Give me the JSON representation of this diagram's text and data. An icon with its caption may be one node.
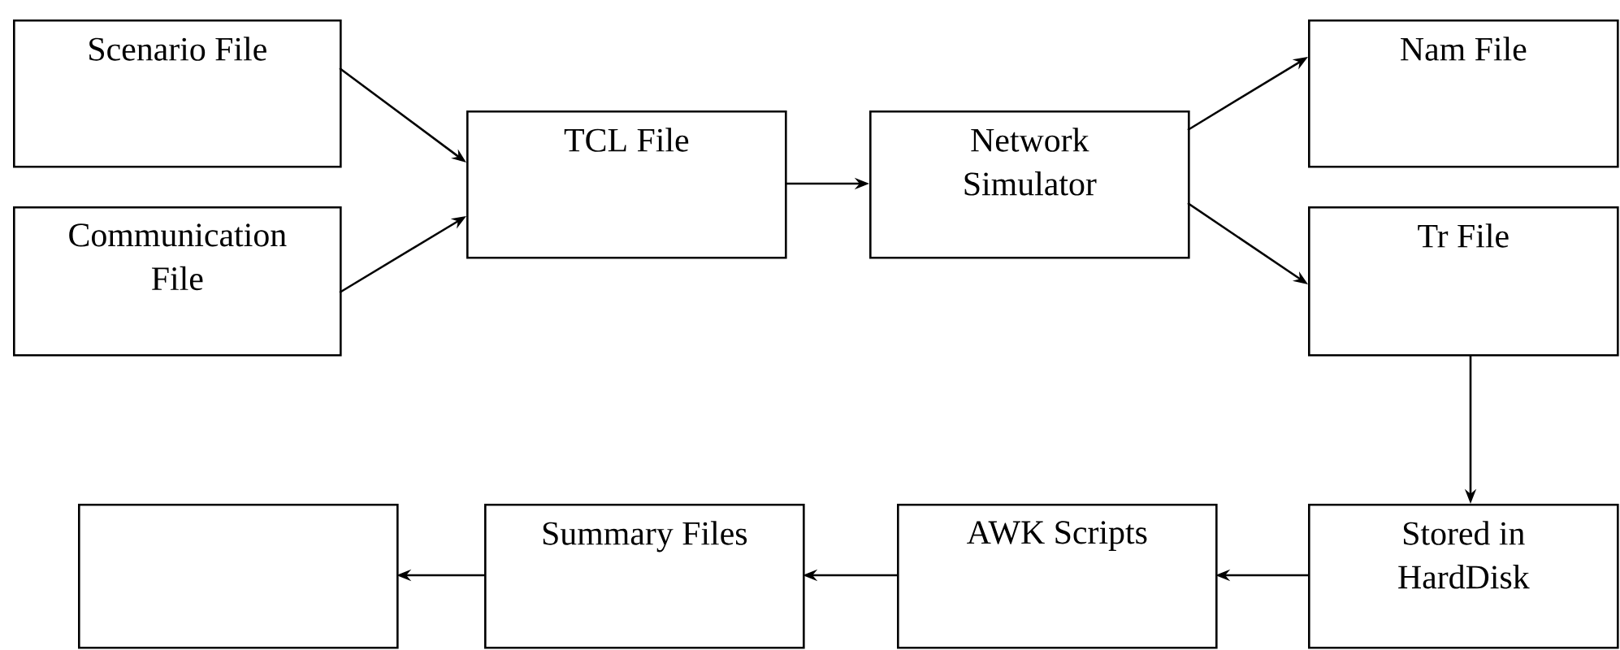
{
  "diagram": {
    "nodes": [
      {
        "text": [
          "Scenario File"
        ]
      },
      {
        "text": [
          "Communication File"
        ]
      },
      {
        "text": [
          "TCL File"
        ]
      },
      {
        "text": [
          "Network Simulator"
        ]
      },
      {
        "text": [
          "Nam File"
        ]
      },
      {
        "text": [
          "Tr File"
        ]
      },
      {
        "text": [
          "Stored in HardDisk"
        ]
      },
      {
        "text": [
          "AWK Scripts"
        ]
      },
      {
        "text": [
          "Summary Files"
        ]
      },
      {
        "text": [],
        "shape": "box"
      }
    ],
    "edges": [
      {
        "from": 0,
        "to": 2,
        "arrow": "to"
      },
      {
        "from": 1,
        "to": 2,
        "arrow": "to"
      },
      {
        "from": 2,
        "to": 3,
        "arrow": "to"
      },
      {
        "from": 3,
        "to": 4,
        "arrow": "to"
      },
      {
        "from": 3,
        "to": 5,
        "arrow": "to"
      },
      {
        "from": 5,
        "to": 6,
        "arrow": "to"
      },
      {
        "from": 6,
        "to": 7,
        "arrow": "to"
      },
      {
        "from": 7,
        "to": 8,
        "arrow": "to"
      },
      {
        "from": 8,
        "to": 9,
        "arrow": "to"
      }
    ]
  }
}
